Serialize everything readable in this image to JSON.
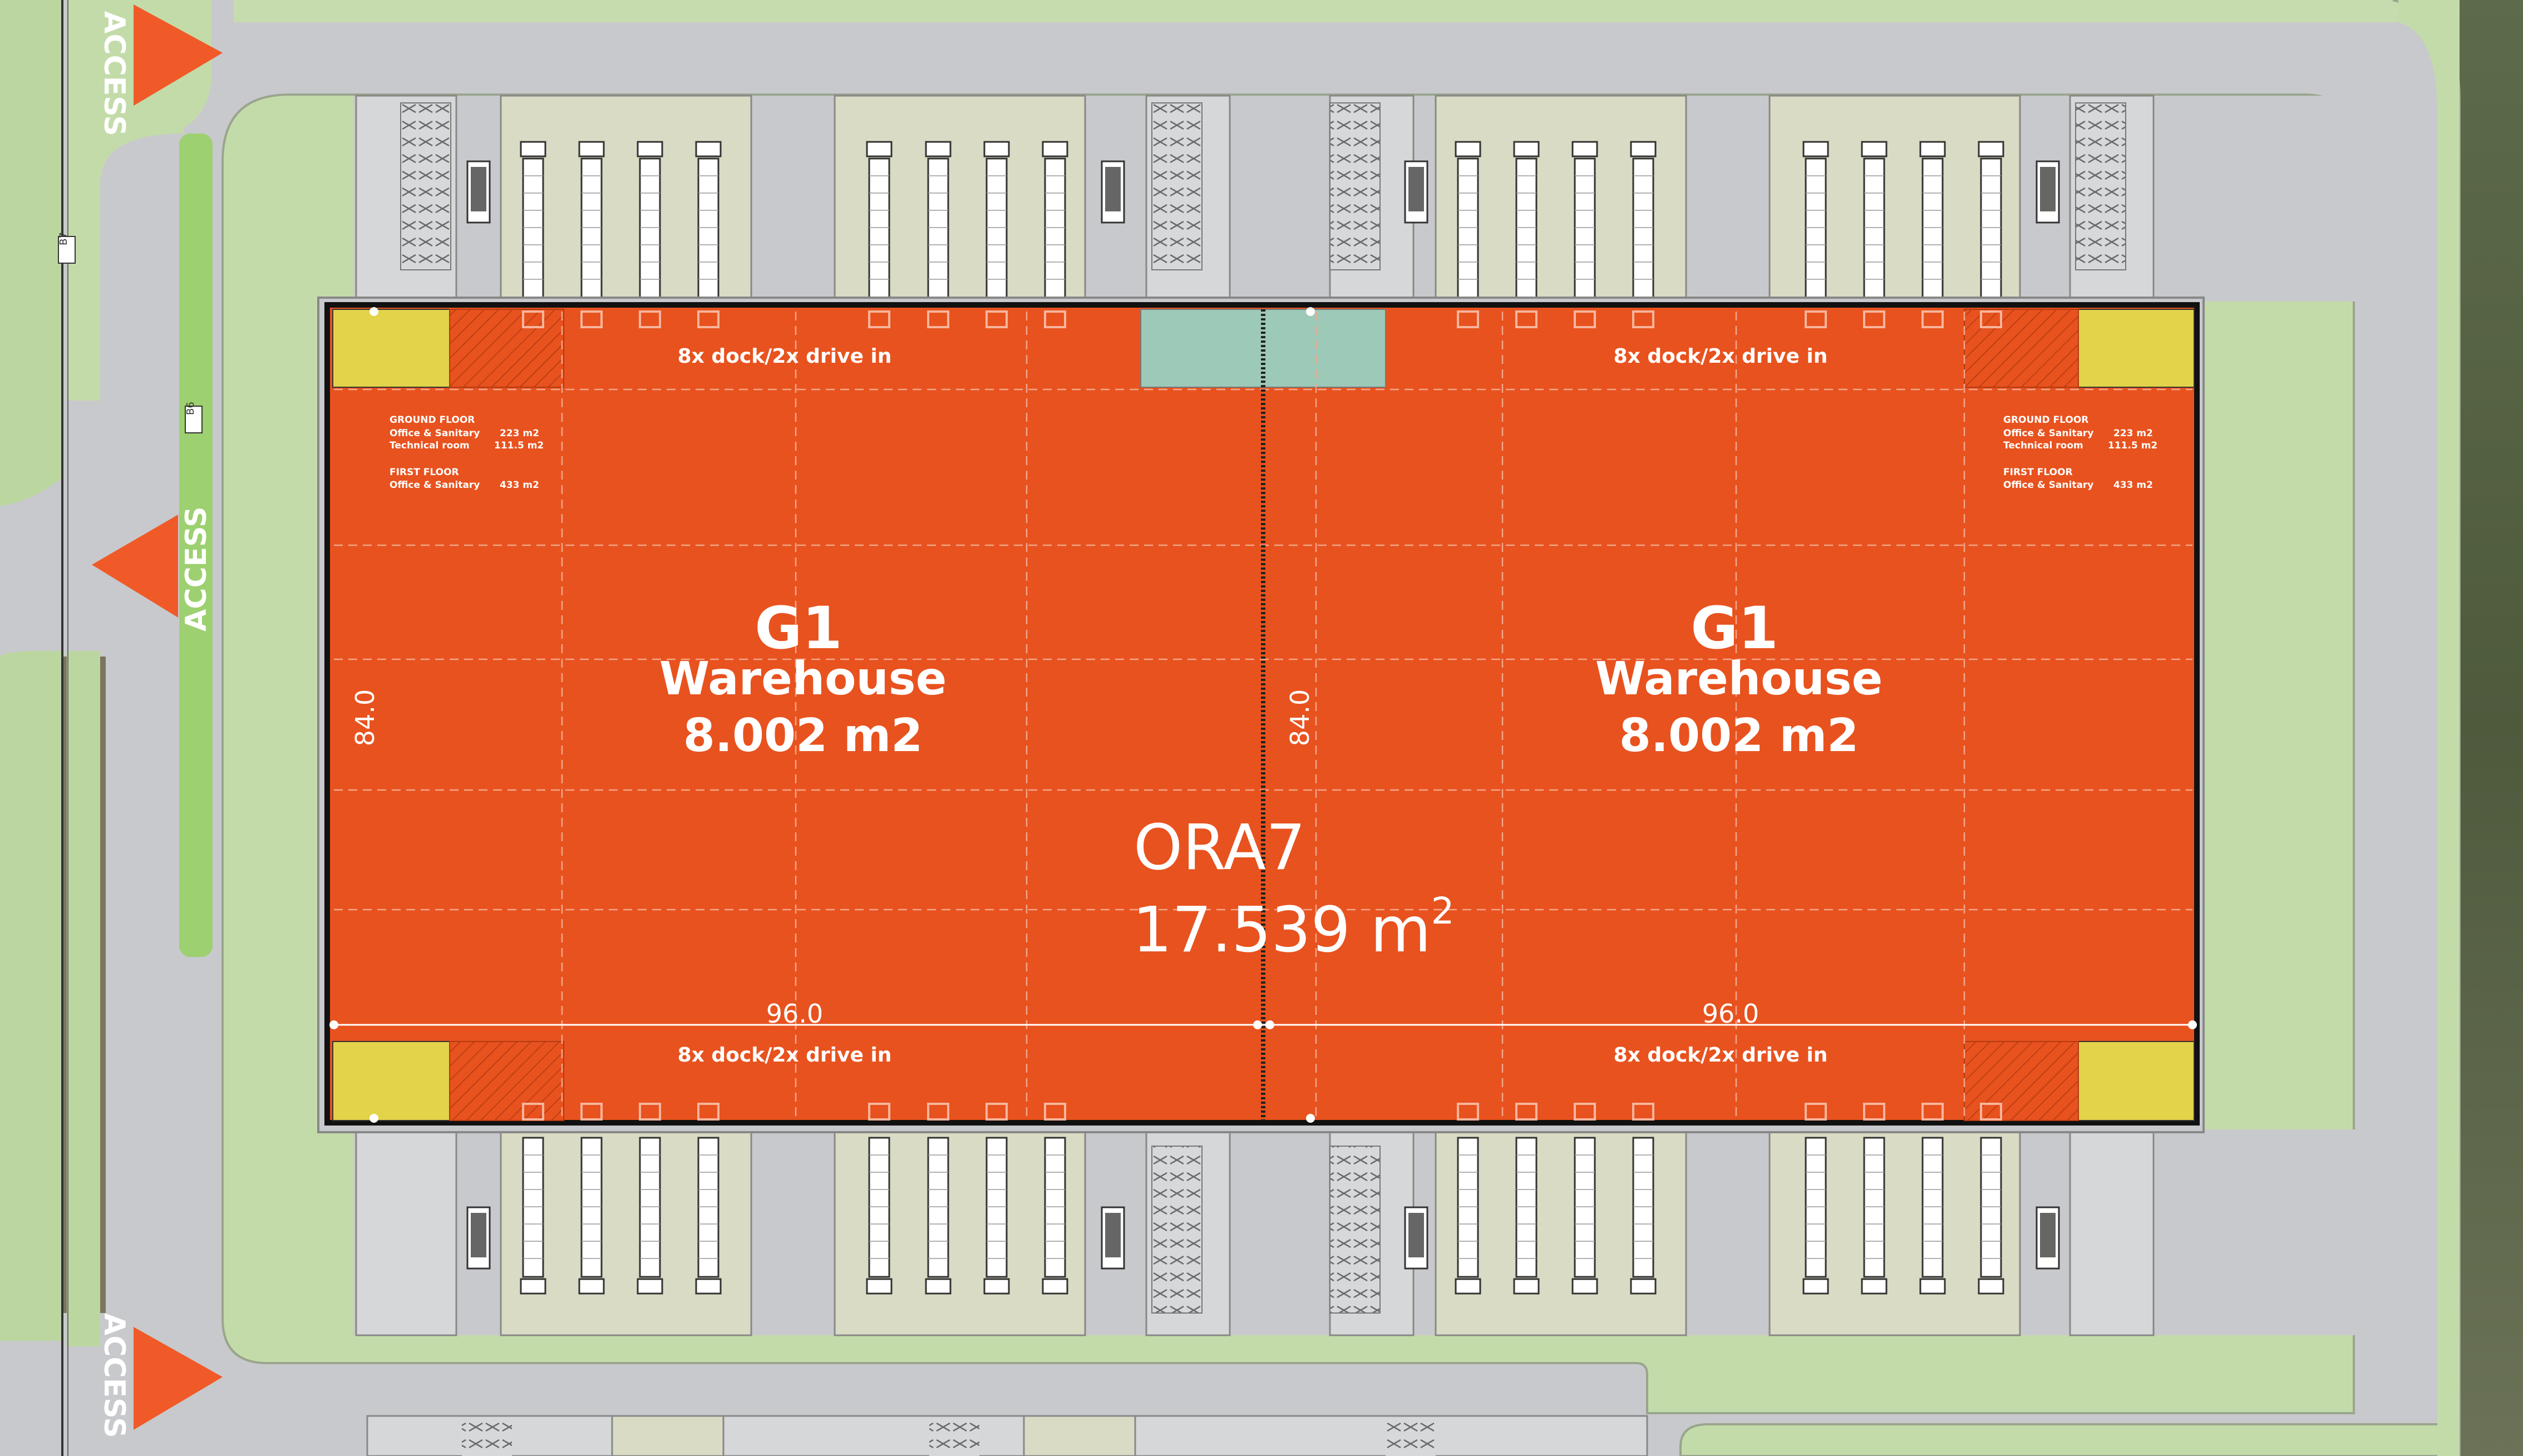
{
  "site": {
    "building_name": "ORA7",
    "total_area": "17.539 m",
    "total_area_sup": "2",
    "access_label": "ACCESS",
    "survey_ids": [
      "B7",
      "B6"
    ]
  },
  "units": [
    {
      "id": "G1",
      "type": "Warehouse",
      "area": "8.002 m2",
      "dock_top": "8x dock/2x drive in",
      "dock_bottom": "8x dock/2x drive in",
      "width": "96.0",
      "depth": "84.0",
      "office": {
        "ground_floor_title": "GROUND FLOOR",
        "ground_office": "Office & Sanitary",
        "ground_office_area": "223 m2",
        "technical_room": "Technical room",
        "technical_room_area": "111.5 m2",
        "first_floor_title": "FIRST FLOOR",
        "first_office": "Office & Sanitary",
        "first_office_area": "433 m2"
      }
    },
    {
      "id": "G1",
      "type": "Warehouse",
      "area": "8.002 m2",
      "dock_top": "8x dock/2x drive in",
      "dock_bottom": "8x dock/2x drive in",
      "width": "96.0",
      "depth": "84.0",
      "office": {
        "ground_floor_title": "GROUND FLOOR",
        "ground_office": "Office & Sanitary",
        "ground_office_area": "223 m2",
        "technical_room": "Technical room",
        "technical_room_area": "111.5 m2",
        "first_floor_title": "FIRST FLOOR",
        "first_office": "Office & Sanitary",
        "first_office_area": "433 m2"
      }
    }
  ],
  "colors": {
    "warehouse": "#e8521e",
    "office": "#e2d34a",
    "shared_core": "#9dc9b8",
    "road": "#c8c9cc",
    "lawn": "#a9d08e",
    "grass": "#c9dfb3",
    "dock_apron": "#d9dcc6",
    "access_arrow": "#f05a28",
    "outline": "#111111"
  }
}
